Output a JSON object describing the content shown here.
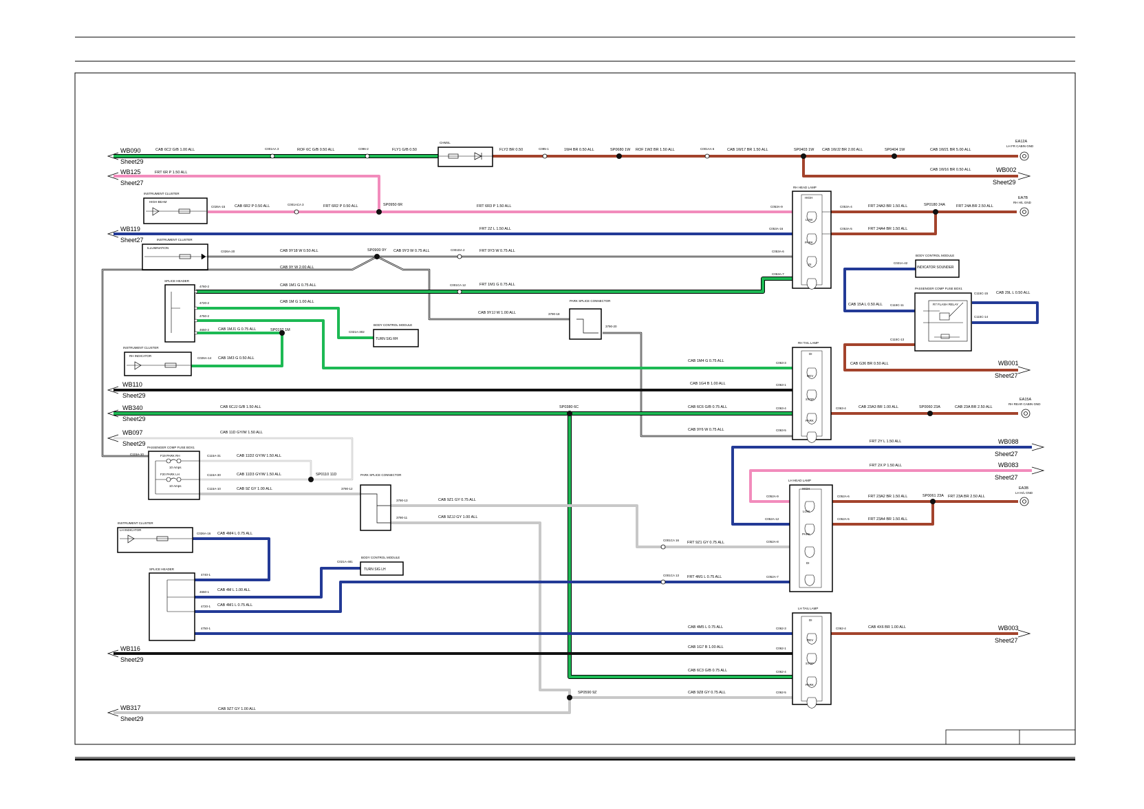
{
  "colors": {
    "green": "#1db954",
    "pink": "#f28cbc",
    "blue": "#233a96",
    "brown": "#a3432c",
    "black": "#111111",
    "grey": "#c8c8c8",
    "white_wire": "#ffffff"
  },
  "offpage_refs": [
    {
      "id": "WB090",
      "sheet": "Sheet29"
    },
    {
      "id": "WB125",
      "sheet": "Sheet27"
    },
    {
      "id": "WB119",
      "sheet": "Sheet27"
    },
    {
      "id": "WB110",
      "sheet": "Sheet29"
    },
    {
      "id": "WB340",
      "sheet": "Sheet29"
    },
    {
      "id": "WB097",
      "sheet": "Sheet29"
    },
    {
      "id": "WB116",
      "sheet": "Sheet29"
    },
    {
      "id": "WB317",
      "sheet": "Sheet29"
    },
    {
      "id": "WB002",
      "sheet": "Sheet29"
    },
    {
      "id": "WB001",
      "sheet": "Sheet27"
    },
    {
      "id": "WB088",
      "sheet": "Sheet27"
    },
    {
      "id": "WB083",
      "sheet": "Sheet27"
    },
    {
      "id": "WB003",
      "sheet": "Sheet27"
    }
  ],
  "grounds": [
    {
      "id": "EA12A",
      "desc": "LH FR CABIN GND"
    },
    {
      "id": "EA7B",
      "desc": "RH H/L GND"
    },
    {
      "id": "EA15A",
      "desc": "RH REAR CABIN GND"
    },
    {
      "id": "EA3B",
      "desc": "LH H/L GND"
    }
  ],
  "components": {
    "chmsl": "CHMSL",
    "instrument_cluster": "INSTRUMENT CLUSTER",
    "high_beam": "HIGH BEAM",
    "illumination": "ILLUMINATION",
    "splice_header": "SPLICE HEADER",
    "rh_indicator": "RH INDICATOR",
    "lh_indicator": "LH INDICATOR",
    "body_control_module": "BODY CONTROL MODULE",
    "turn_sig_rh": "TURN SIG RH",
    "turn_sig_lh": "TURN SIG LH",
    "indicator_sounder": "INDICATOR SOUNDER",
    "park_splice_connector": "PARK SPLICE CONNECTOR",
    "passenger_comp_fuse_box": "PASSENGER COMP FUSE BOX1",
    "f19_park_rh": "F19 PARK RH",
    "f20_park_lh": "F20 PARK LH",
    "amps_10": "10 Amps",
    "flasher_relay": "R7 FLASH RELAY",
    "rh_head_lamp": "RH HEAD LAMP",
    "lh_head_lamp": "LH HEAD LAMP",
    "rh_tail_lamp": "RH TAIL LAMP",
    "lh_tail_lamp": "LH TAIL LAMP",
    "high": "HIGH",
    "low": "LOW",
    "park": "PARK",
    "di": "DI",
    "rev": "REV",
    "stop": "STOP"
  },
  "wire_labels": {
    "w090_a": "CAB    6C2 G/B 1.00 ALL",
    "w090_b": "ROF    6C G/B 0.50 ALL",
    "w090_c": "FLY1 G/B 0.50",
    "w090_d": "FLY2 BR 0.50",
    "w090_e": "1W4 BR 0.50 ALL",
    "w090_f": "ROF    1W2 BR 1.50 ALL",
    "w090_g": "CAB    1W17 BR 1.50 ALL",
    "w090_h": "CAB    1WJ2 BR 2.00 ALL",
    "w090_i": "CAB    1W21 BR 5.00 ALL",
    "w002": "CAB    1W16 BR 0.50 ALL",
    "w125": "FRT    6R P 1.50 ALL",
    "hb1": "CAB    6R2 P 0.50 ALL",
    "hb2": "FRT    6R2 P 0.50 ALL",
    "hb3": "FRT    6R3 P 1.50 ALL",
    "hl_gnd1": "FRT    24A3 BR 1.50 ALL",
    "hl_gnd2": "FRT    24A BR 2.50 ALL",
    "hl_gnd3": "FRT    24A4 BR 1.50 ALL",
    "w119": "FRT    2Z L 1.50 ALL",
    "ill1": "CAB    9Y18 W 0.50 ALL",
    "ill2": "CAB    9Y3 W 0.75 ALL",
    "ill3": "FRT    9Y3 W 0.75 ALL",
    "ill4": "CAB    9Y W 2.00 ALL",
    "sp1": "CAB    1M1 G 0.75 ALL",
    "sp1b": "FRT    1M1 G 0.75 ALL",
    "sp2": "CAB    1M G 1.00 ALL",
    "sp3": "CAB    1MJ1 G 0.75 ALL",
    "sp4": "CAB    1M3 G 0.50 ALL",
    "pk1": "CAB    9YJJ W 1.00 ALL",
    "snd1": "CAB    15A L 0.50 ALL",
    "snd2": "CAB    29L L 0.50 ALL",
    "fl_gnd": "CAB    G36 BR 0.50 ALL",
    "rt1": "CAB    1M4 G 0.75 ALL",
    "w110": "CAB    1G4 B 1.00 ALL",
    "w340a": "CAB    6CJJ G/B 1.50 ALL",
    "w340b": "CAB    6C6 G/B 0.75 ALL",
    "rt_park": "CAB    9Y6 W 0.75 ALL",
    "rt_gnd1": "CAB    23A3 BR 1.00 ALL",
    "rt_gnd2": "CAB    23A BR 2.50 ALL",
    "w097": "CAB    11D GY/W 1.50 ALL",
    "fb1": "CAB    11D2 GY/W 1.50 ALL",
    "fb2": "CAB    11D3 GY/W 1.50 ALL",
    "fb3": "CAB    9Z GY 1.00 ALL",
    "w088": "FRT    2Y L 1.50 ALL",
    "w083": "FRT    2X P 1.50 ALL",
    "lh_gnd1": "FRT    23A2 BR 1.50 ALL",
    "lh_gnd2": "FRT    23A BR 2.50 ALL",
    "lh_gnd3": "FRT    23A4 BR 1.50 ALL",
    "pk2": "CAB    9Z1 GY 0.75 ALL",
    "pk3": "CAB    9ZJJ GY 1.00 ALL",
    "pk4": "FRT    9Z1 GY 0.75 ALL",
    "lh_ind": "CAB    4M4 L 0.75 ALL",
    "lh_di": "FRT    4M1 L 0.75 ALL",
    "lh_sp1": "CAB    4M L 1.00 ALL",
    "lh_sp2": "CAB    4M1 L 0.75 ALL",
    "lt1": "CAB    4M5 L 0.75 ALL",
    "w003": "CAB    4X6 BR 1.00 ALL",
    "w116": "CAB    1G7 B 1.00 ALL",
    "lt_stop": "CAB    6C3 G/B 0.75 ALL",
    "lt_park": "CAB    9Z8 GY 0.75 ALL",
    "w317": "CAB    9Z7 GY 1.00 ALL"
  },
  "splices": {
    "sp0950": "SP0950 6R",
    "sp0680": "SP0680 1W",
    "sp0403": "SP0403 1W",
    "sp0404": "SP0404 1W",
    "sp0900": "SP0900 9Y",
    "sp0192": "SP0192 1M",
    "sp0180": "SP0180 24A",
    "sp0380": "SP0380 6C",
    "sp0060": "SP0060 23A",
    "sp0110": "SP0110 11D",
    "sp0061": "SP0061 23A",
    "sp0590": "SP0590 9Z"
  },
  "connectors": {
    "c001aa3": "C001AA 3",
    "c096_2": "C096-2",
    "c095_1": "C095-1",
    "c001aa6": "C001AA 6",
    "c026a15": "C026A-15",
    "c001aca3": "C001ACA 3",
    "c053a9": "C053A-9",
    "c053a16": "C053A-16",
    "c053a6": "C053A-6",
    "c053a7": "C053A-7",
    "c053a4": "C053A-4",
    "c053a5": "C053A-5",
    "c026a20": "C026A-20",
    "c001da2": "C001DA 2",
    "c001ca12": "C001CA 12",
    "c021a42": "C021A-42",
    "c115c11": "C115C-11",
    "c115c15": "C115C-15",
    "c115c14": "C115C-14",
    "c115c13": "C115C-13",
    "s4760_2": "4760-2",
    "s4720_2": "4720-2",
    "s4750_2": "4750-2",
    "s4650_2": "4650-2",
    "c021a302": "C021A-302",
    "c026a14": "C026A-14",
    "s3790_18": "3790-18",
    "s3790_20": "3790-20",
    "c063_3": "C063-3",
    "c063_1": "C063-1",
    "c063_4": "C063-4",
    "c063_5": "C063-5",
    "c063_4b": "C063-4",
    "c115a10": "C115A-10",
    "c115a31": "C115A-31",
    "c115a30": "C115A-30",
    "c115a10b": "C115A-10",
    "s3790_12": "3790-12",
    "s3790_13": "3790-13",
    "s3790_11": "3790-11",
    "c052a9": "C052A-9",
    "c052a12": "C052A-12",
    "c052a6": "C052A-6",
    "c052a5": "C052A-5",
    "c052a8": "C052A-8",
    "c052a7": "C052A-7",
    "c001ca16": "C001CA 16",
    "c001ca13": "C001CA 13",
    "c026a16": "C026A-16",
    "c021a481": "C021A-481",
    "s4740_1": "4740-1",
    "s4650_1": "4650-1",
    "s4720_1": "4720-1",
    "s4750_1": "4750-1",
    "c062_3": "C062-3",
    "c062_1": "C062-1",
    "c062_4": "C062-4",
    "c062_5": "C062-5",
    "c062_4b": "C062-4"
  }
}
